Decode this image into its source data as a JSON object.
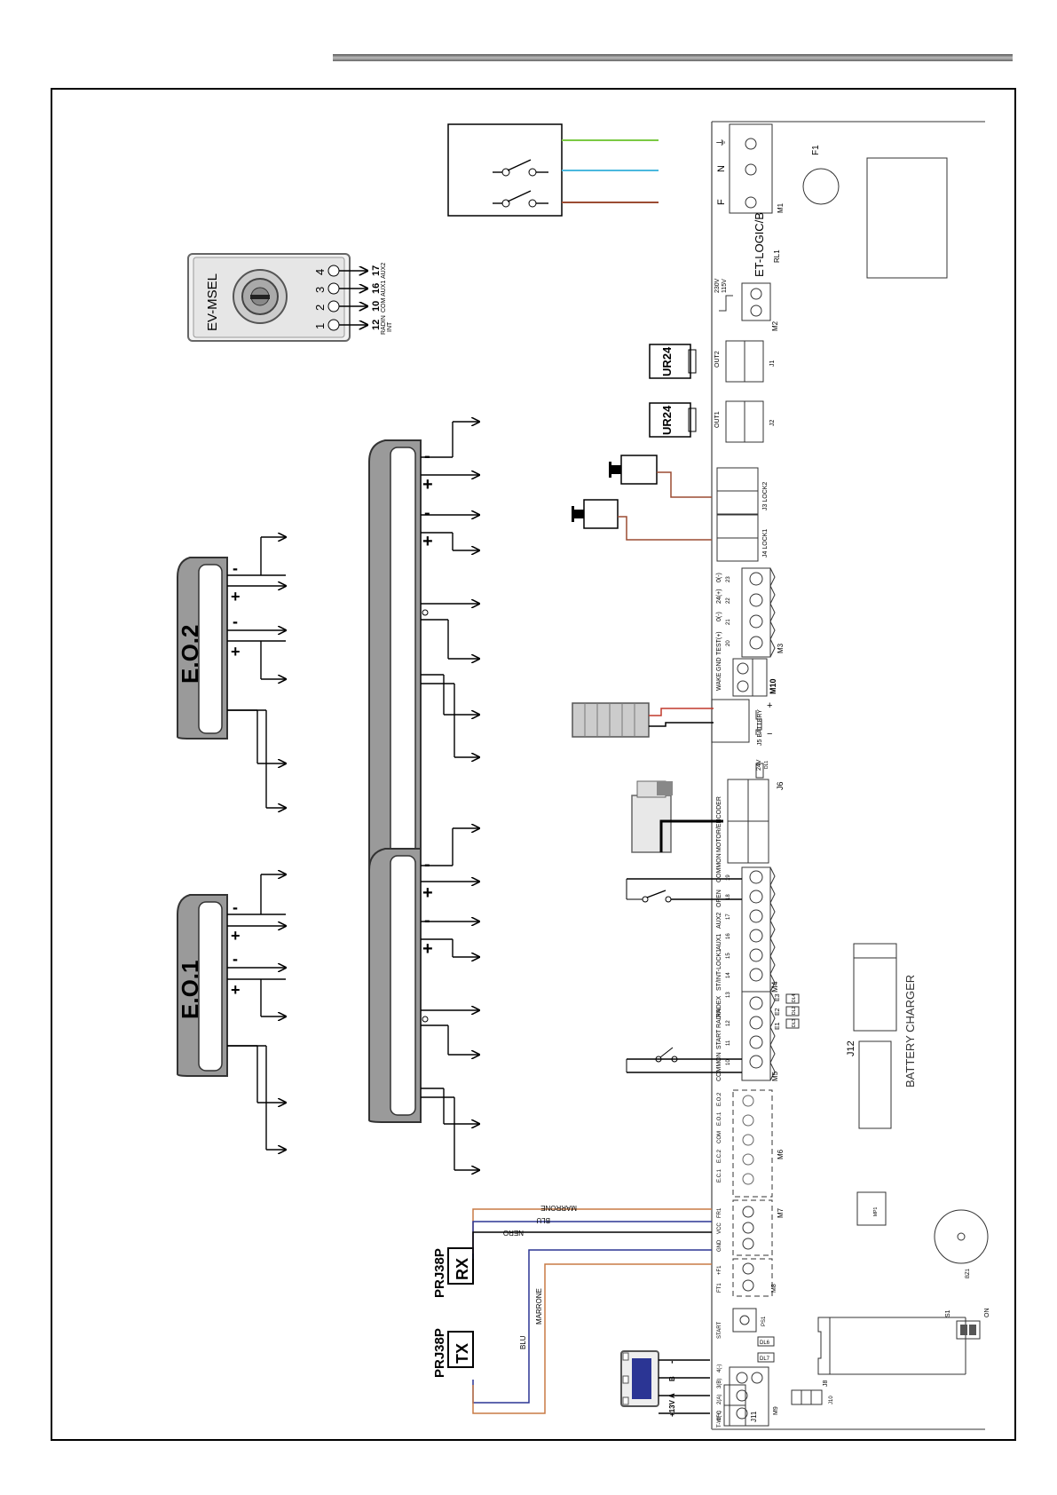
{
  "board": {
    "model": "ET-LOGIC/B",
    "relay": "RL1",
    "fuse": "F1",
    "terminal_M1": "M1",
    "m1_labels": [
      "F",
      "N",
      "⏚"
    ],
    "terminal_M2": "M2",
    "m2_labels": [
      "230V",
      "115V"
    ],
    "out2": "OUT2",
    "out1": "OUT1",
    "j1": "J1",
    "j2": "J2",
    "lock2": "J3 LOCK2",
    "lock1": "J4 LOCK1",
    "m3_labels": [
      "TEST(+)",
      "0(-)",
      "24(+)",
      "0(-)"
    ],
    "m3_numbers": [
      "20",
      "21",
      "22",
      "23"
    ],
    "terminal_M3": "M3",
    "m10_labels": [
      "WAKE",
      "GND"
    ],
    "terminal_M10": "M10",
    "battery": "J5 BATTERY",
    "batt_plus": "+",
    "batt_minus": "−",
    "j6_volt": "24V",
    "j6_led": "DL1",
    "j6": "J6",
    "motor": "MOTOR/ENCODER",
    "m4_labels": [
      "OPEN",
      "COMMON",
      "AUX2",
      "AUX1",
      "ST/INT-LOCK1",
      "RADEX"
    ],
    "m4_numbers": [
      "19",
      "18",
      "17",
      "16",
      "15",
      "14",
      "13"
    ],
    "terminal_M4": "M4",
    "m5_labels": [
      "COMMON",
      "START",
      "RADIN"
    ],
    "m5_numbers": [
      "10",
      "11",
      "12"
    ],
    "terminal_M5": "M5",
    "e_leds": [
      "E1",
      "E2",
      "E3"
    ],
    "dl_leds": [
      "DL4",
      "DL2",
      "DL3"
    ],
    "m6_labels": [
      "E.C.1",
      "E.C.2",
      "COM",
      "E.O.1",
      "E.O.2"
    ],
    "terminal_M6": "M6",
    "m7_labels": [
      "GND",
      "VCC",
      "FR1"
    ],
    "terminal_M7": "M7",
    "m8_labels": [
      "START",
      "FT1",
      "+F1"
    ],
    "terminal_M8": "M8",
    "ps1": "PS1",
    "dl6": "DL6",
    "dl7": "DL7",
    "m9_labels": [
      "1(+)",
      "2(A)",
      "3(B)",
      "4(-)"
    ],
    "terminal_M9": "M9",
    "twfc": "T-WFC",
    "j11": "J11",
    "j10": "J10",
    "j8": "J8",
    "s1": "S1",
    "on": "ON",
    "mp1": "MP1",
    "bz1": "BZ1",
    "j12": "J12",
    "charger": "BATTERY CHARGER"
  },
  "devices": {
    "selector_name": "EV-MSEL",
    "selector_numbers": [
      "1",
      "2",
      "3",
      "4"
    ],
    "selector_terms": [
      "12",
      "10",
      "16",
      "17"
    ],
    "selector_names": [
      "RADIN",
      "COM",
      "AUX1",
      "AUX2"
    ],
    "selector_int": "INT",
    "eo1": "E.O.1",
    "eo2": "E.O.2",
    "ur24_a": "UR24",
    "ur24_b": "UR24",
    "prj_rx": "PRJ38P",
    "prj_tx": "PRJ38P",
    "rx": "RX",
    "tx": "TX",
    "wire_marrone": "MARRONE",
    "wire_blu": "BLU",
    "wire_nero": "NERO",
    "wire_marrone2": "MARRONE",
    "wire_blu2": "BLU",
    "kp_labels": [
      "+13V A",
      "B",
      "-"
    ]
  },
  "colors": {
    "green": "#7bc943",
    "cyan": "#4ab8de",
    "brown": "#9b4b32",
    "orange": "#c87a45",
    "navy": "#2b3594",
    "red": "#c0392b",
    "gray": "#9a9a9a"
  }
}
